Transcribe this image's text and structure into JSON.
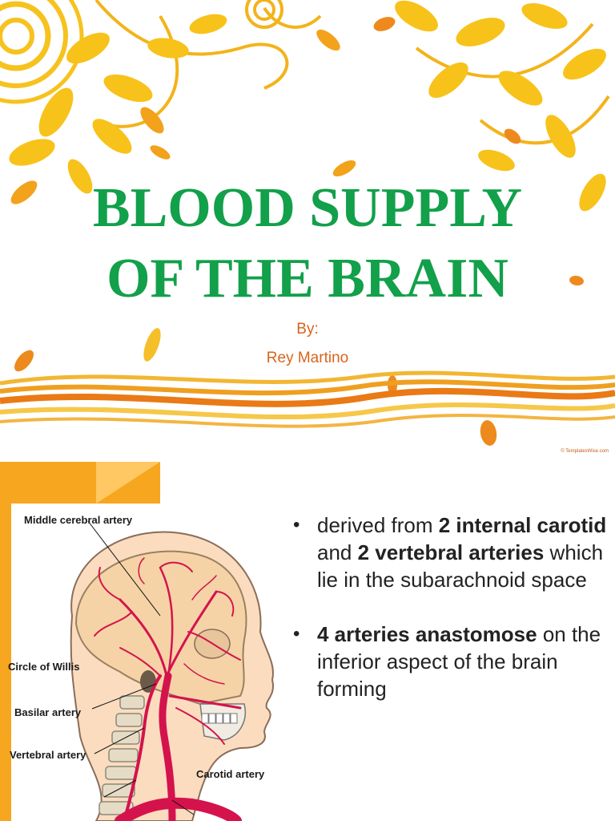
{
  "slide1": {
    "title_line1": "BLOOD SUPPLY",
    "title_line2": "OF THE BRAIN",
    "by_label": "By:",
    "author": "Rey Martino",
    "credit": "© TemplatesWise.com",
    "colors": {
      "title": "#12a04a",
      "accent": "#d8641b",
      "leaf": "#f7c21a"
    }
  },
  "slide2": {
    "figure_labels": {
      "middle_cerebral": "Middle cerebral artery",
      "circle_willis": "Circle of Willis",
      "basilar": "Basilar artery",
      "vertebral": "Vertebral artery",
      "carotid": "Carotid artery"
    },
    "bullet1": {
      "t1": "derived from ",
      "b1": "2 internal carotid",
      "t2": " and ",
      "b2": "2 vertebral arteries",
      "t3": " which lie in the subarachnoid space"
    },
    "bullet2": {
      "b1": "4 arteries anastomose",
      "t1": " on the inferior aspect of the brain forming"
    }
  }
}
